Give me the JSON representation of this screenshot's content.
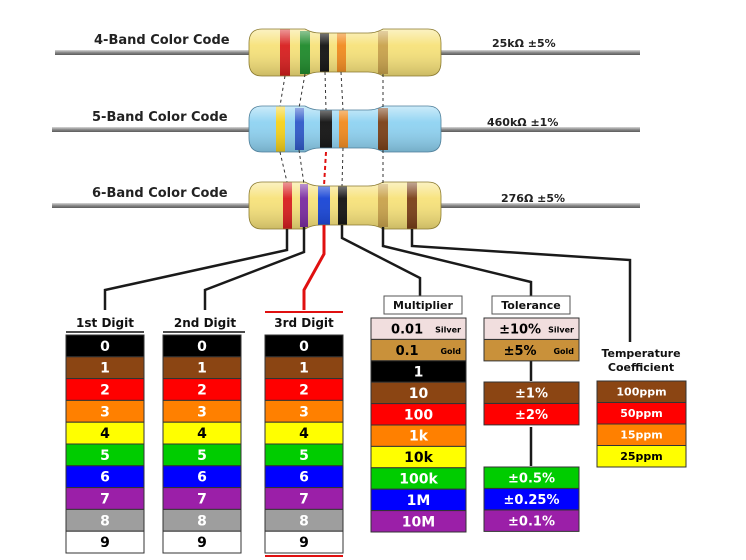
{
  "resistors": [
    {
      "label": "4-Band Color Code",
      "value": "25kΩ  ±5%",
      "body_color": "#f7e27a",
      "bands": [
        "#d81e1e",
        "#1e8a2a",
        "#111111",
        "#f18a1e",
        "#c9a24a"
      ]
    },
    {
      "label": "5-Band Color Code",
      "value": "460kΩ  ±1%",
      "body_color": "#8fd3f2",
      "bands": [
        "#f6d21a",
        "#2e59c9",
        "#111111",
        "#f18a1e",
        "#7a3f16"
      ]
    },
    {
      "label": "6-Band Color Code",
      "value": "276Ω  ±5%",
      "body_color": "#f7e27a",
      "bands": [
        "#d81e1e",
        "#7a2aa0",
        "#1744d6",
        "#111111",
        "#c9a24a",
        "#7a3f16"
      ]
    }
  ],
  "digit_columns": [
    {
      "header": "1st Digit"
    },
    {
      "header": "2nd Digit"
    },
    {
      "header": "3rd Digit"
    }
  ],
  "digits": [
    {
      "label": "0",
      "color": "#000000",
      "text_color": "#ffffff"
    },
    {
      "label": "1",
      "color": "#8b4513",
      "text_color": "#ffffff"
    },
    {
      "label": "2",
      "color": "#ff0000",
      "text_color": "#ffffff"
    },
    {
      "label": "3",
      "color": "#ff8000",
      "text_color": "#ffffff"
    },
    {
      "label": "4",
      "color": "#ffff00",
      "text_color": "#000000"
    },
    {
      "label": "5",
      "color": "#00cc00",
      "text_color": "#ffffff"
    },
    {
      "label": "6",
      "color": "#0000ff",
      "text_color": "#ffffff"
    },
    {
      "label": "7",
      "color": "#9b1fa8",
      "text_color": "#ffffff"
    },
    {
      "label": "8",
      "color": "#9e9e9e",
      "text_color": "#ffffff"
    },
    {
      "label": "9",
      "color": "#ffffff",
      "text_color": "#000000"
    }
  ],
  "multiplier": {
    "header": "Multiplier",
    "rows": [
      {
        "value": "0.01",
        "note": "Silver",
        "color": "#f1dede",
        "text_color": "#000000"
      },
      {
        "value": "0.1",
        "note": "Gold",
        "color": "#c9913a",
        "text_color": "#000000"
      },
      {
        "value": "1",
        "note": "",
        "color": "#000000",
        "text_color": "#ffffff"
      },
      {
        "value": "10",
        "note": "",
        "color": "#8b4513",
        "text_color": "#ffffff"
      },
      {
        "value": "100",
        "note": "",
        "color": "#ff0000",
        "text_color": "#ffffff"
      },
      {
        "value": "1k",
        "note": "",
        "color": "#ff8000",
        "text_color": "#ffffff"
      },
      {
        "value": "10k",
        "note": "",
        "color": "#ffff00",
        "text_color": "#000000"
      },
      {
        "value": "100k",
        "note": "",
        "color": "#00cc00",
        "text_color": "#ffffff"
      },
      {
        "value": "1M",
        "note": "",
        "color": "#0000ff",
        "text_color": "#ffffff"
      },
      {
        "value": "10M",
        "note": "",
        "color": "#9b1fa8",
        "text_color": "#ffffff"
      }
    ]
  },
  "tolerance": {
    "header": "Tolerance",
    "rows": [
      {
        "value": "±10%",
        "note": "Silver",
        "color": "#f1dede",
        "text_color": "#000000"
      },
      {
        "value": "±5%",
        "note": "Gold",
        "color": "#c9913a",
        "text_color": "#000000"
      },
      {
        "value": "±1%",
        "note": "",
        "color": "#8b4513",
        "text_color": "#ffffff"
      },
      {
        "value": "±2%",
        "note": "",
        "color": "#ff0000",
        "text_color": "#ffffff"
      },
      {
        "value": "±0.5%",
        "note": "",
        "color": "#00cc00",
        "text_color": "#ffffff"
      },
      {
        "value": "±0.25%",
        "note": "",
        "color": "#0000ff",
        "text_color": "#ffffff"
      },
      {
        "value": "±0.1%",
        "note": "",
        "color": "#9b1fa8",
        "text_color": "#ffffff"
      }
    ]
  },
  "temperature": {
    "header_line1": "Temperature",
    "header_line2": "Coefficient",
    "rows": [
      {
        "value": "100ppm",
        "color": "#8b4513",
        "text_color": "#ffffff"
      },
      {
        "value": "50ppm",
        "color": "#ff0000",
        "text_color": "#ffffff"
      },
      {
        "value": "15ppm",
        "color": "#ff8000",
        "text_color": "#ffffff"
      },
      {
        "value": "25ppm",
        "color": "#ffff00",
        "text_color": "#000000"
      }
    ]
  }
}
